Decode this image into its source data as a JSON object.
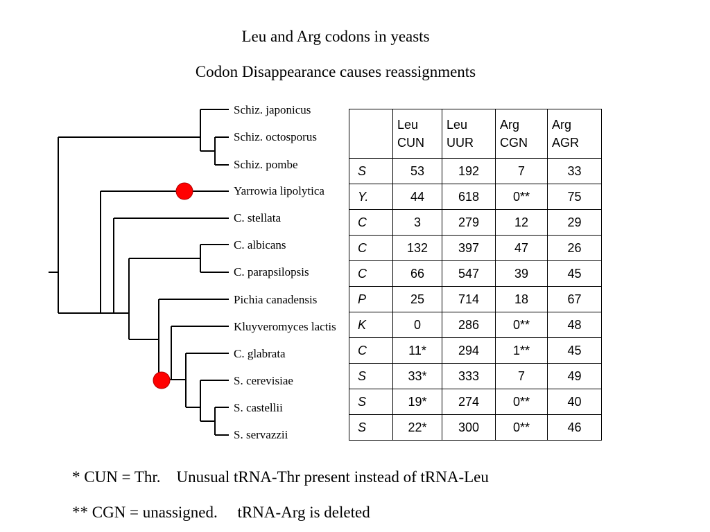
{
  "titles": {
    "line1": "Leu and Arg codons in yeasts",
    "line2": "Codon Disappearance causes reassignments"
  },
  "species": [
    "Schiz. japonicus",
    "Schiz. octosporus",
    "Schiz. pombe",
    "Yarrowia lipolytica",
    "C. stellata",
    "C. albicans",
    "C. parapsilopsis",
    "Pichia canadensis",
    "Kluyveromyces lactis",
    "C. glabrata",
    "S. cerevisiae",
    "S. castellii",
    "S. servazzii"
  ],
  "markers": {
    "color": "#ff0000",
    "nodes": [
      "Yarrowia lipolytica",
      "Saccharomyces / C. glabrata clade"
    ]
  },
  "table": {
    "headers": [
      {
        "l1": "",
        "l2": ""
      },
      {
        "l1": "Leu",
        "l2": "CUN"
      },
      {
        "l1": "Leu",
        "l2": "UUR"
      },
      {
        "l1": "Arg",
        "l2": "CGN"
      },
      {
        "l1": "Arg",
        "l2": "AGR"
      }
    ],
    "rows": [
      [
        "S",
        "53",
        "192",
        "7",
        "33"
      ],
      [
        "Y.",
        "44",
        "618",
        "0**",
        "75"
      ],
      [
        "C",
        "3",
        "279",
        "12",
        "29"
      ],
      [
        "C",
        "132",
        "397",
        "47",
        "26"
      ],
      [
        "C",
        "66",
        "547",
        "39",
        "45"
      ],
      [
        "P",
        "25",
        "714",
        "18",
        "67"
      ],
      [
        "K",
        "0",
        "286",
        "0**",
        "48"
      ],
      [
        "C",
        "11*",
        "294",
        "1**",
        "45"
      ],
      [
        "S",
        "33*",
        "333",
        "7",
        "49"
      ],
      [
        "S",
        "19*",
        "274",
        "0**",
        "40"
      ],
      [
        "S",
        "22*",
        "300",
        "0**",
        "46"
      ]
    ]
  },
  "notes": {
    "line1": "* CUN = Thr.    Unusual tRNA-Thr present instead of tRNA-Leu",
    "line2": "** CGN = unassigned.     tRNA-Arg is deleted"
  }
}
